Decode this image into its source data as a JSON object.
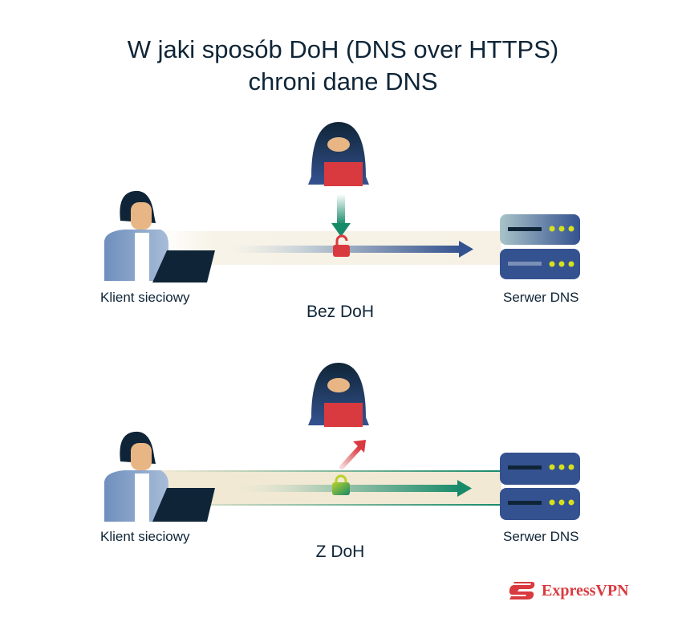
{
  "title": {
    "line1": "W jaki sposób DoH (DNS over HTTPS)",
    "line2": "chroni dane DNS"
  },
  "scenarios": [
    {
      "id": "without-doh",
      "caption": "Bez DoH",
      "client_label": "Klient sieciowy",
      "server_label": "Serwer DNS",
      "lock_state": "unlocked",
      "lock_color": "#d93a3f",
      "attacker_arrow": "down-into-stream",
      "attacker_arrow_color": "#178a6a",
      "stream_arrow_color": "#34528f"
    },
    {
      "id": "with-doh",
      "caption": "Z DoH",
      "client_label": "Klient sieciowy",
      "server_label": "Serwer DNS",
      "lock_state": "locked",
      "lock_color": "#3da05a",
      "attacker_arrow": "deflected-up-right",
      "attacker_arrow_color": "#d93a3f",
      "stream_arrow_color": "#178a6a"
    }
  ],
  "brand": {
    "name": "ExpressVPN",
    "color": "#d93a3f"
  },
  "colors": {
    "text": "#0f2537",
    "band": "#f3ecd8",
    "server": "#34528f",
    "server_led": "#d6e11e",
    "hacker_hood": "#1d3259",
    "hacker_laptop": "#d93a3f",
    "skin": "#e8b684"
  }
}
